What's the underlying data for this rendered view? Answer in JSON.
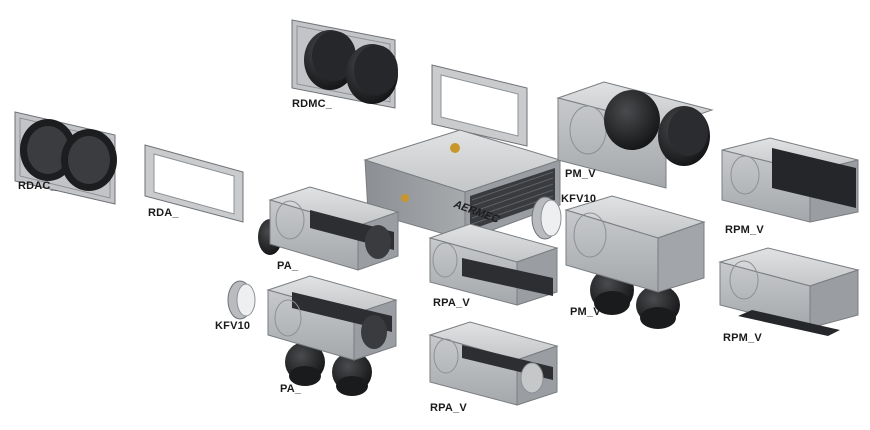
{
  "labels": {
    "rdmc": "RDMC_",
    "rdac": "RDAC_",
    "rda": "RDA_",
    "pm_v_top": "PM_V",
    "kfv10_center": "KFV10",
    "rpm_v_top": "RPM_V",
    "pa_top": "PA_",
    "rpa_v_top": "RPA_V",
    "pm_v_bottom": "PM_V",
    "rpm_v_bottom": "RPM_V",
    "kfv10_left": "KFV10",
    "pa_bottom": "PA_",
    "rpa_v_bottom": "RPA_V"
  },
  "brand": "AERMEC",
  "colors": {
    "metal_front": "#b4b7ba",
    "metal_side": "#8f9296",
    "metal_top": "#d3d5d7",
    "interior": "#2a2b2d",
    "spigot": "#1e1f21",
    "label": "#1a1a1a"
  }
}
